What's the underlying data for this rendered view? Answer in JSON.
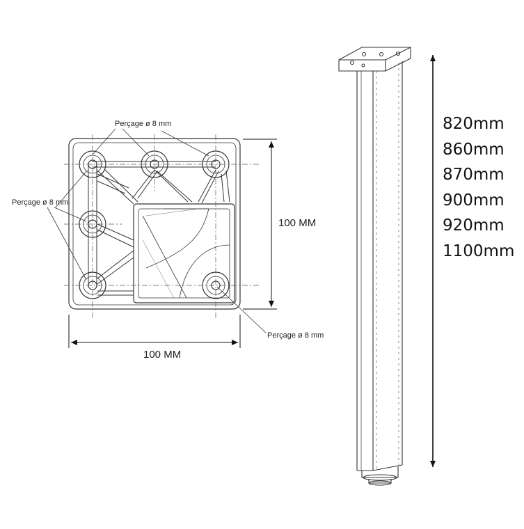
{
  "plate": {
    "hole_label": "Perçage ø 8 mm",
    "width_label": "100 MM",
    "height_label": "100 MM"
  },
  "leg": {
    "heights": [
      "820mm",
      "860mm",
      "870mm",
      "900mm",
      "920mm",
      "1100mm"
    ]
  }
}
